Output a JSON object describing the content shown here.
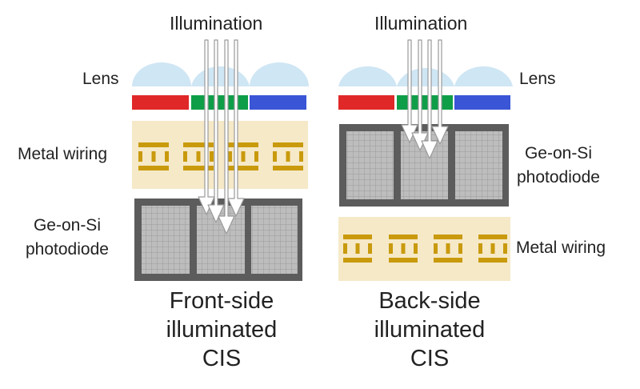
{
  "colors": {
    "lens": "#cfe6f4",
    "filter_red": "#e02828",
    "filter_green": "#0f9e48",
    "filter_blue": "#3a55d6",
    "wiring_bg": "#f6e9c8",
    "wiring_metal": "#c99a0c",
    "photodiode_frame": "#5c5c5c",
    "photodiode_cell": "#bdbdbd",
    "photodiode_grid": "#9a9a9a",
    "arrow": "#ffffff",
    "arrow_outline": "#9a9a9a"
  },
  "front": {
    "illumination": "Illumination",
    "lens_label": "Lens",
    "wiring_label": "Metal wiring",
    "photodiode_label": "Ge-on-Si\nphotodiode",
    "title": "Front-side\nilluminated\nCIS"
  },
  "back": {
    "illumination": "Illumination",
    "lens_label": "Lens",
    "photodiode_label": "Ge-on-Si\nphotodiode",
    "wiring_label": "Metal wiring",
    "title": "Back-side\nilluminated\nCIS"
  }
}
